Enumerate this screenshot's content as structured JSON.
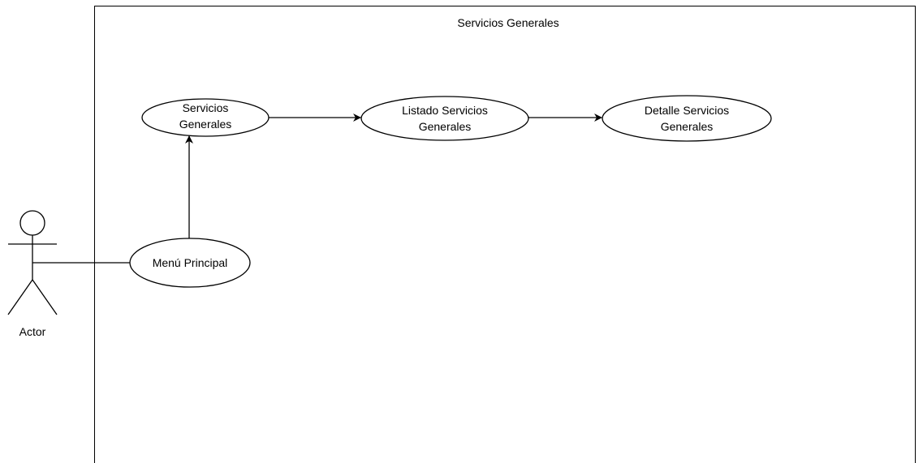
{
  "system": {
    "title": "Servicios Generales"
  },
  "actor": {
    "label": "Actor"
  },
  "use_cases": {
    "servicios_generales": {
      "line1": "Servicios",
      "line2": "Generales"
    },
    "listado": {
      "line1": "Listado Servicios",
      "line2": "Generales"
    },
    "detalle": {
      "line1": "Detalle Servicios",
      "line2": "Generales"
    },
    "menu_principal": {
      "label": "Menú Principal"
    }
  },
  "colors": {
    "stroke": "#000000",
    "background": "#ffffff",
    "text": "#000000"
  }
}
